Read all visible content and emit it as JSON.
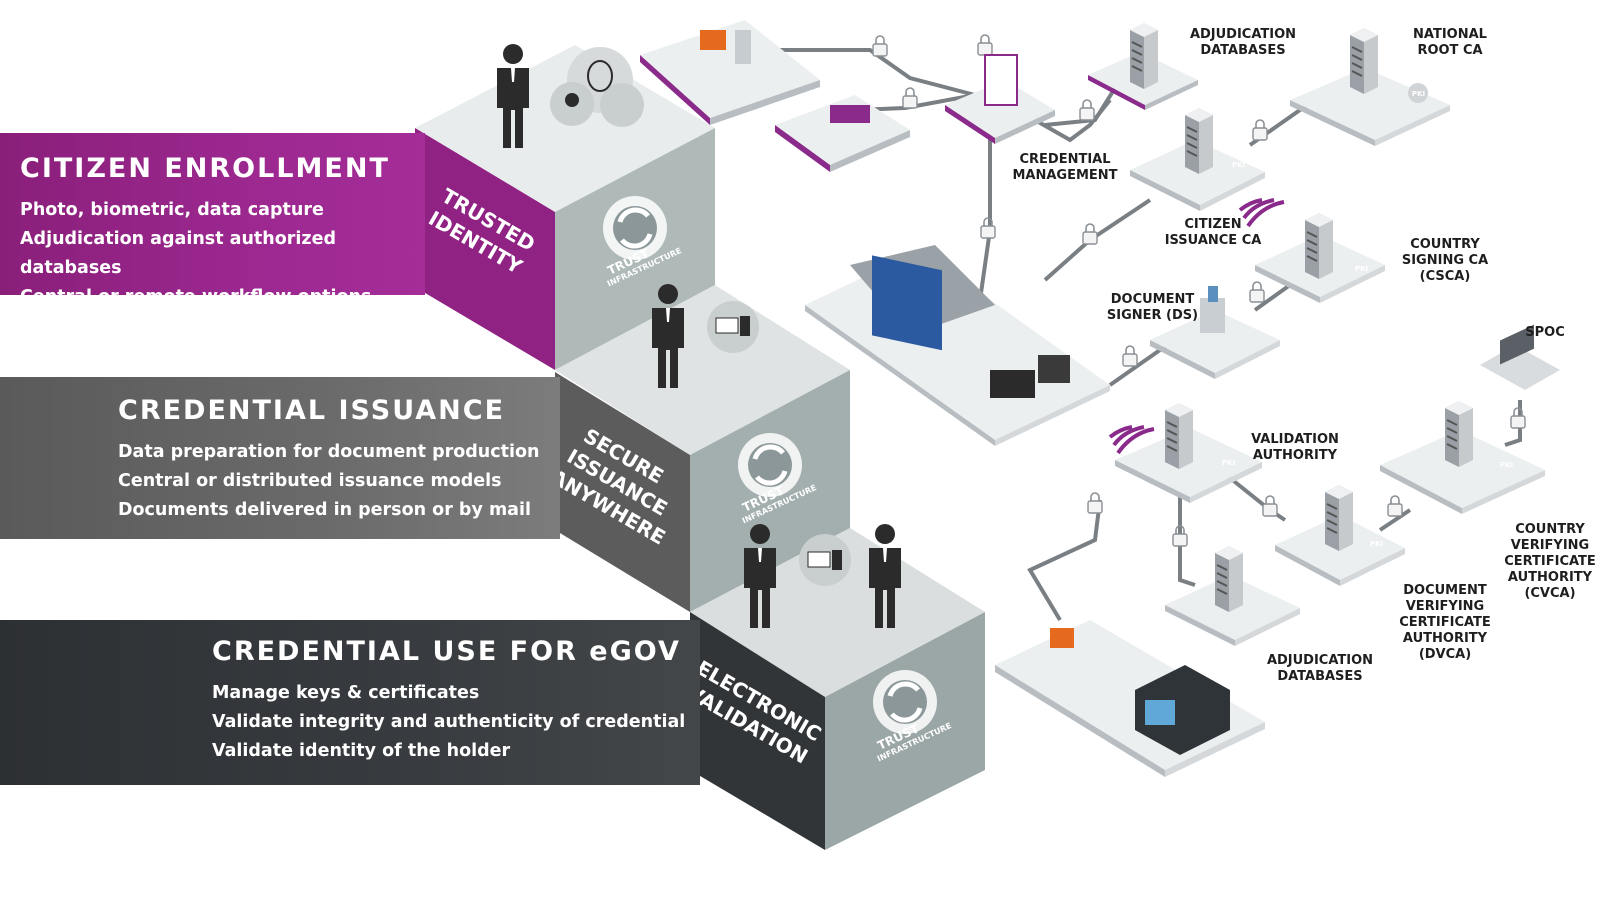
{
  "colors": {
    "purple": "#9c2890",
    "gray": "#6b6b6b",
    "dark": "#383c40",
    "line": "#7a7f84",
    "cube_light": "#b4c1c1"
  },
  "sections": [
    {
      "title": "CITIZEN ENROLLMENT",
      "items": [
        "Photo, biometric, data capture",
        "Adjudication against authorized databases",
        "Central or remote workflow options"
      ],
      "cube_label": [
        "TRUSTED",
        "IDENTITY"
      ]
    },
    {
      "title": "CREDENTIAL ISSUANCE",
      "items": [
        "Data preparation for document production",
        "Central or distributed issuance models",
        "Documents delivered in person or by mail"
      ],
      "cube_label": [
        "SECURE",
        "ISSUANCE",
        "ANYWHERE"
      ]
    },
    {
      "title": "CREDENTIAL USE FOR eGOV",
      "items": [
        "Manage keys & certificates",
        "Validate integrity and authenticity of credential",
        "Validate identity of the holder"
      ],
      "cube_label": [
        "ELECTRONIC",
        "VALIDATION"
      ]
    }
  ],
  "trust_logo": {
    "line1": "TRUST",
    "line2": "INFRASTRUCTURE"
  },
  "pki_badge": "PKI",
  "node_labels": {
    "adjudication_top": "ADJUDICATION\nDATABASES",
    "national_root": "NATIONAL\nROOT CA",
    "credential_mgmt": "CREDENTIAL\nMANAGEMENT",
    "citizen_ca": "CITIZEN\nISSUANCE CA",
    "csca": "COUNTRY\nSIGNING CA\n(CSCA)",
    "ds": "DOCUMENT\nSIGNER (DS)",
    "spoc": "SPOC",
    "validation": "VALIDATION\nAUTHORITY",
    "cvca": "COUNTRY\nVERIFYING\nCERTIFICATE\nAUTHORITY\n(CVCA)",
    "dvca": "DOCUMENT\nVERIFYING\nCERTIFICATE\nAUTHORITY\n(DVCA)",
    "adjudication_bottom": "ADJUDICATION\nDATABASES"
  }
}
